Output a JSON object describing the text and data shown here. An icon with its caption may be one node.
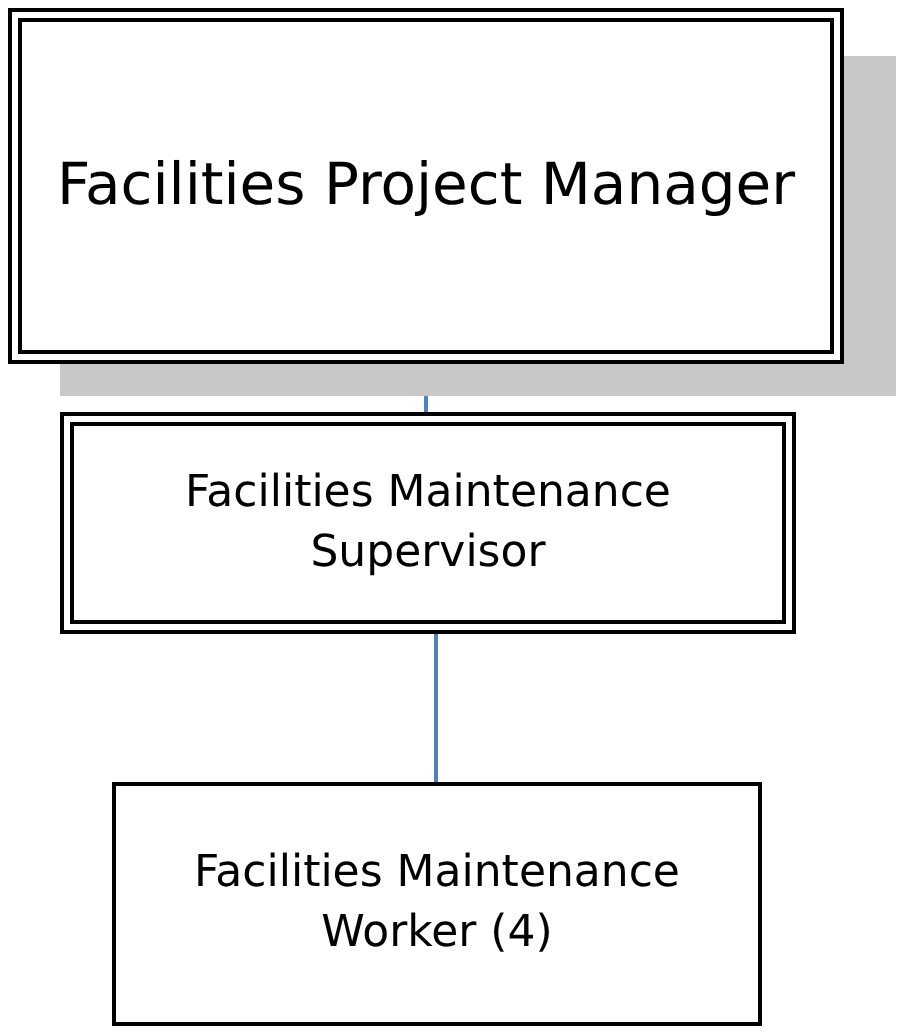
{
  "diagram": {
    "nodes": [
      {
        "text": [
          "Facilities Project Manager"
        ]
      },
      {
        "text": [
          "Facilities Maintenance Supervisor"
        ]
      },
      {
        "text": [
          "Facilities Maintenance Worker (4)"
        ]
      }
    ],
    "edges": [
      {
        "from": 0,
        "to": 1,
        "arrow": "none"
      },
      {
        "from": 1,
        "to": 2,
        "arrow": "none"
      }
    ]
  }
}
